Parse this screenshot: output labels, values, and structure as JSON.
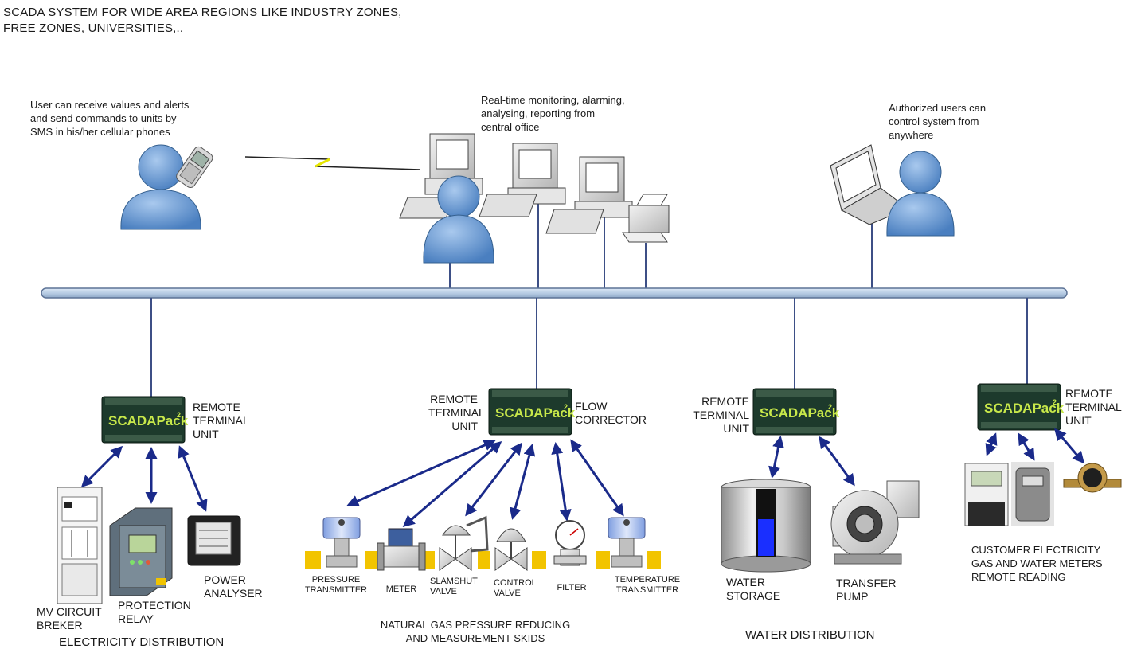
{
  "title": "SCADA SYSTEM FOR WIDE AREA REGIONS LIKE INDUSTRY ZONES,\nFREE ZONES, UNIVERSITIES,..",
  "notes": {
    "sms_user": "User can receive values and alerts\nand send commands to units by\nSMS in his/her cellular phones",
    "central_office": "Real-time monitoring, alarming,\nanalysing, reporting from\ncentral office",
    "authorized": "Authorized users can\ncontrol system from\nanywhere"
  },
  "rtu_brand": "SCADAPack",
  "rtu_superscript": "2",
  "rtus": {
    "electricity": "REMOTE\nTERMINAL\nUNIT",
    "gas_left": "REMOTE\nTERMINAL\nUNIT",
    "gas_right": "FLOW\nCORRECTOR",
    "water": "REMOTE\nTERMINAL\nUNIT",
    "meters": "REMOTE\nTERMINAL\nUNIT"
  },
  "electricity": {
    "devices": {
      "breaker": "MV CIRCUIT\nBREKER",
      "relay": "PROTECTION\nRELAY",
      "analyser": "POWER\nANALYSER"
    },
    "section_title": "ELECTRICITY DISTRIBUTION"
  },
  "gas": {
    "devices": {
      "pt": "PRESSURE\nTRANSMITTER",
      "meter": "METER",
      "slamshut": "SLAMSHUT\nVALVE",
      "control": "CONTROL\nVALVE",
      "filter": "FILTER",
      "tt": "TEMPERATURE\nTRANSMITTER"
    },
    "section_title": "NATURAL GAS PRESSURE REDUCING\nAND MEASUREMENT SKIDS"
  },
  "water": {
    "devices": {
      "storage": "WATER\nSTORAGE",
      "pump": "TRANSFER\nPUMP"
    },
    "section_title": "WATER DISTRIBUTION"
  },
  "meters": {
    "caption": "CUSTOMER ELECTRICITY\nGAS AND WATER METERS\nREMOTE READING"
  },
  "colors": {
    "bus": "#b8cde4",
    "link": "#1a2a8a",
    "person": "#6b9fd6",
    "rtu": "#1d3a2c",
    "rtu_text": "#c8e84a",
    "pipe": "#f2c400"
  }
}
